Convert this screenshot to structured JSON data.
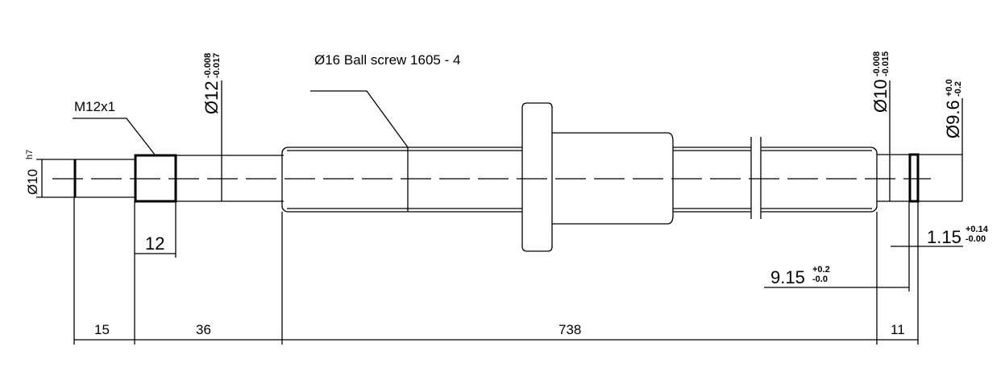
{
  "title": "Ø16 Ball screw 1605 - 4",
  "labels": {
    "thread": "M12x1",
    "left_diameter": "Ø10",
    "left_fit": "h7",
    "bearing_diameter": "Ø12",
    "bearing_tol_upper": "-0.008",
    "bearing_tol_lower": "-0.017",
    "right_diameter": "Ø10",
    "right_tol_upper": "-0.008",
    "right_tol_lower": "-0.015",
    "groove_diameter": "Ø9.6",
    "groove_tol_upper": "+0.0",
    "groove_tol_lower": "-0.2",
    "groove_width": "1.15",
    "groove_width_tol_upper": "+0.14",
    "groove_width_tol_lower": "-0.00",
    "groove_pos": "9.15",
    "groove_pos_tol_upper": "+0.2",
    "groove_pos_tol_lower": "-0.0",
    "thread_length": "12"
  },
  "lengths": [
    "15",
    "36",
    "738",
    "11"
  ]
}
